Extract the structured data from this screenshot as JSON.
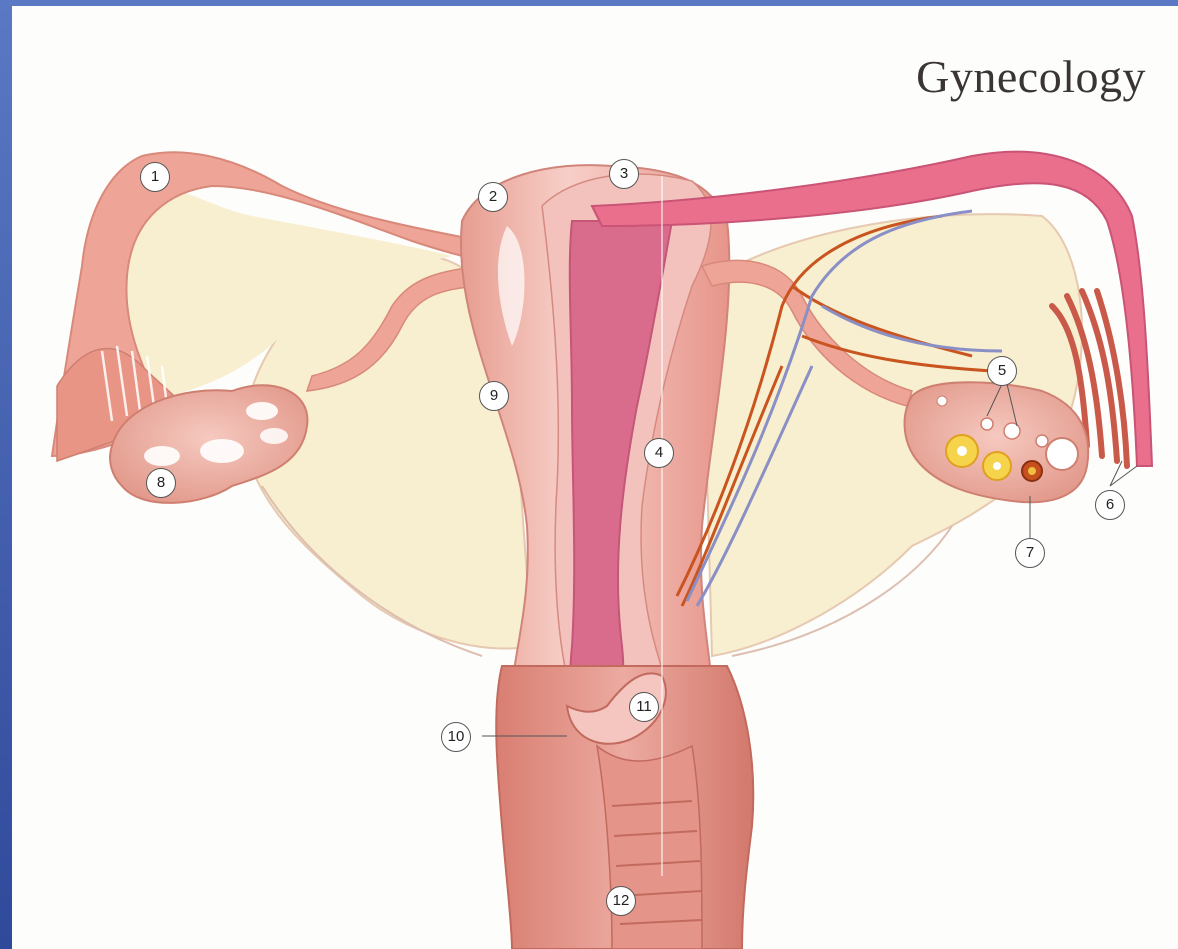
{
  "title": "Gynecology",
  "labels": {
    "n1": "1",
    "n2": "2",
    "n3": "3",
    "n4": "4",
    "n5": "5",
    "n6": "6",
    "n7": "7",
    "n8": "8",
    "n9": "9",
    "n10": "10",
    "n11": "11",
    "n12": "12"
  },
  "colors": {
    "background_frame": "#3b56a8",
    "sheet": "#fdfdfb",
    "tissue": "#e9a193",
    "tissue_dark": "#c96a5c",
    "cavity": "#d96b8c",
    "ligament": "#f7efcf",
    "vein": "#8a8fc6",
    "artery": "#c9541f"
  }
}
